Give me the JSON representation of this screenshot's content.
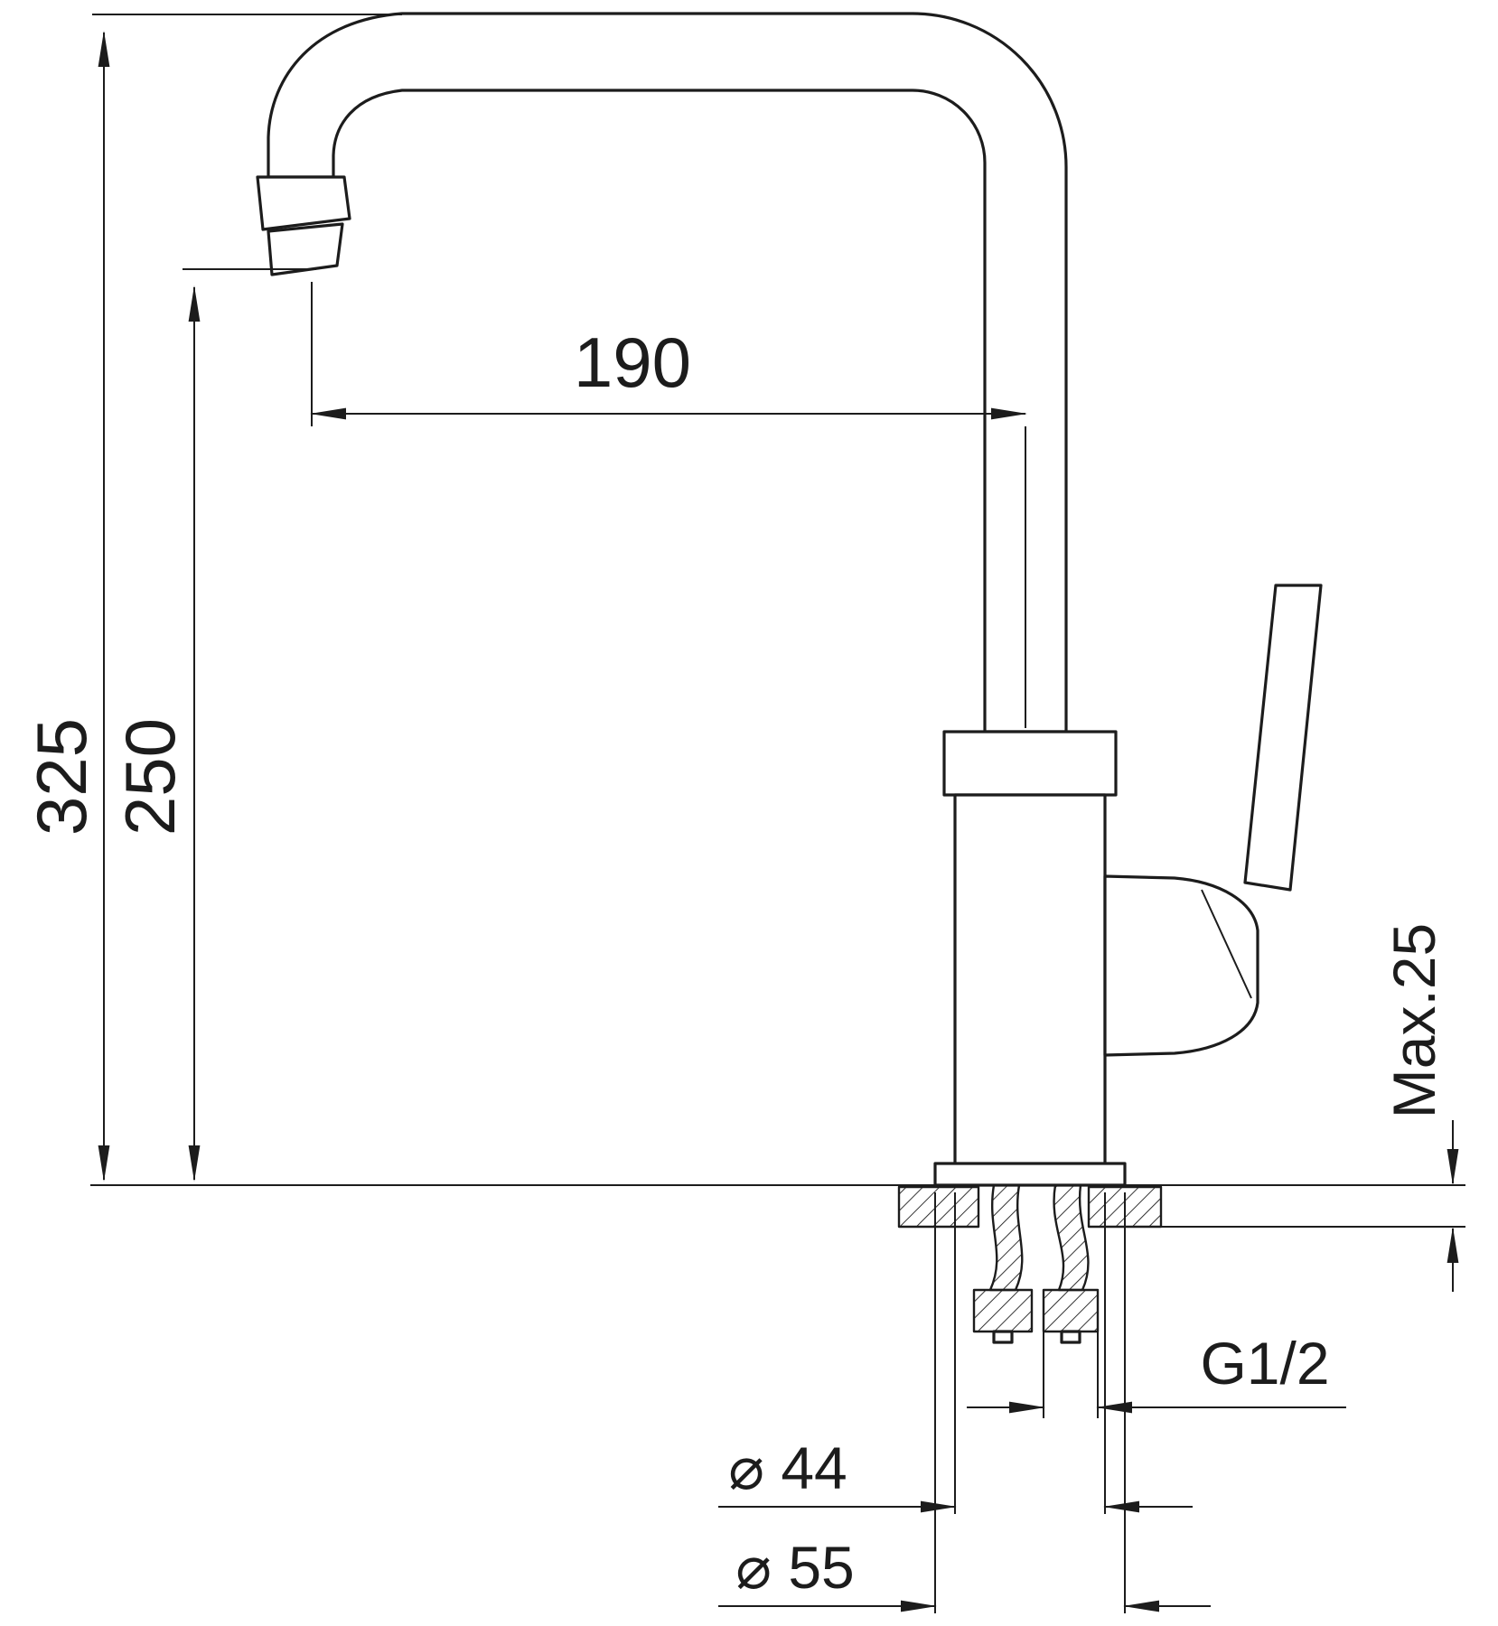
{
  "drawing": {
    "type": "technical-dimension-drawing",
    "subject": "single-lever kitchen mixer faucet with high L-shaped swivel spout, side elevation with installation dimensions",
    "labels": {
      "total_height": "325",
      "spout_outlet_height": "250",
      "spout_reach": "190",
      "max_deck_thickness": "Max.25",
      "connection_thread": "G1/2",
      "body_diameter": "⌀ 44",
      "base_diameter": "⌀ 55"
    },
    "colors": {
      "line": "#1c1c1c",
      "background": "#ffffff"
    }
  }
}
